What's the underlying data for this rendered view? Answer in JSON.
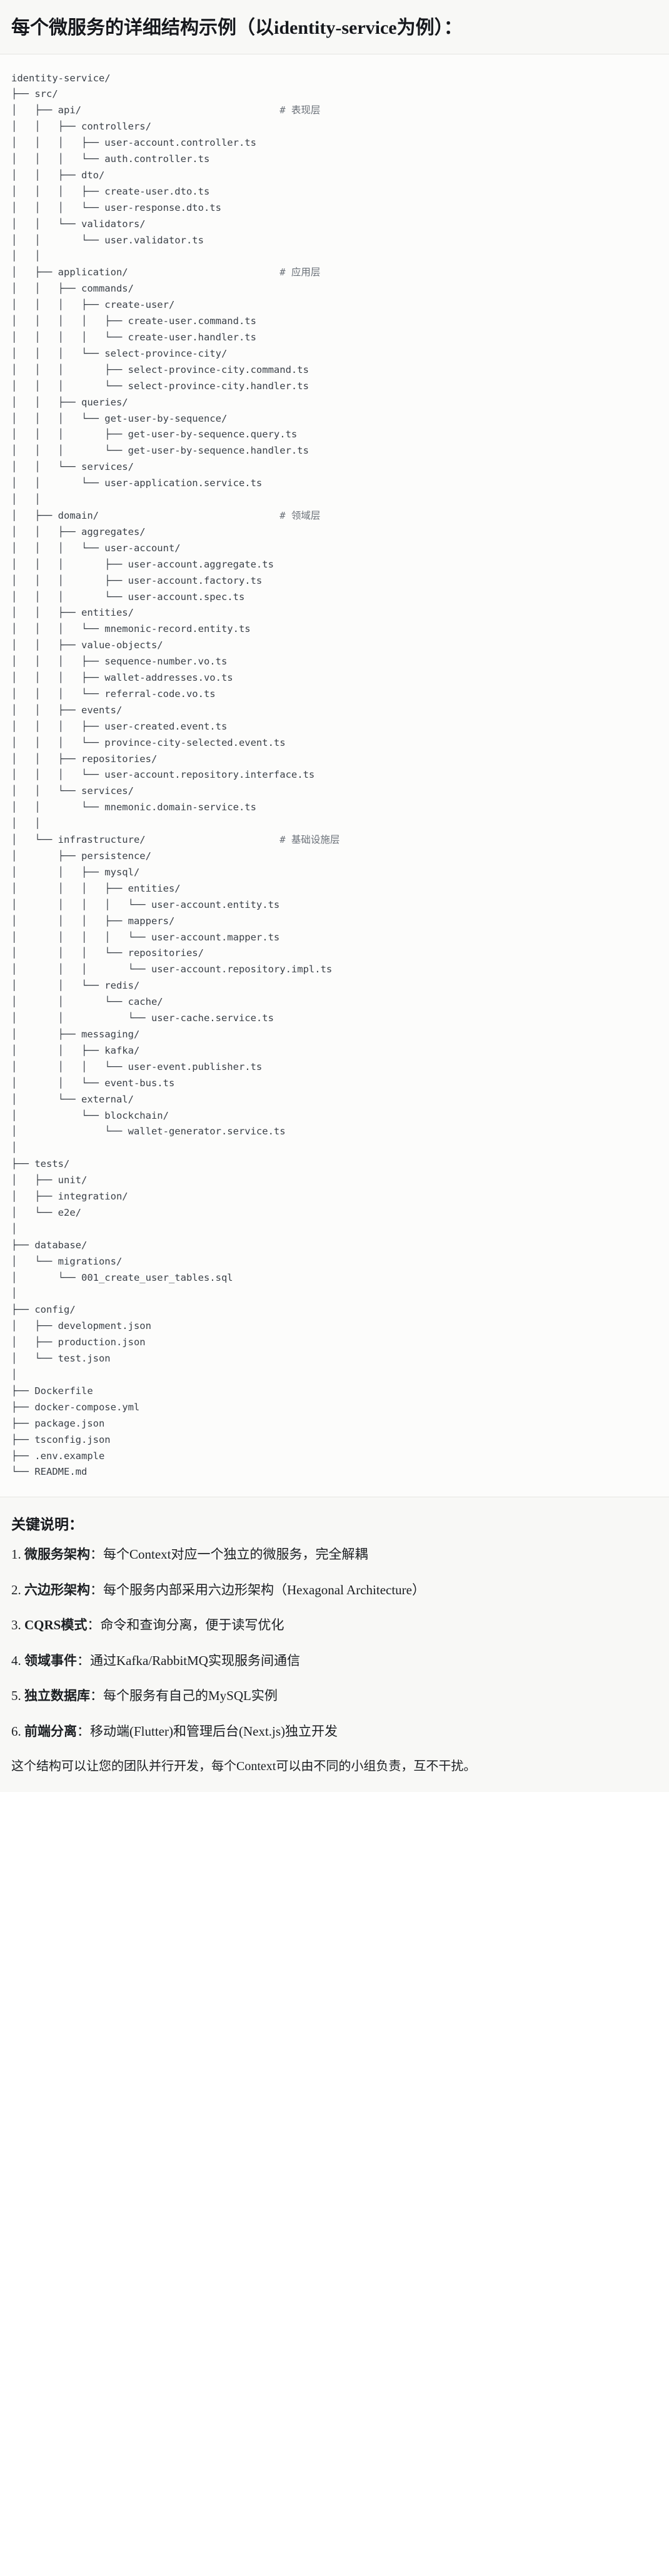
{
  "header": {
    "title": "每个微服务的详细结构示例（以identity-service为例）："
  },
  "tree": {
    "root_label": "identity-service/",
    "lines": [
      {
        "text": "identity-service/",
        "comment": ""
      },
      {
        "text": "├── src/",
        "comment": ""
      },
      {
        "text": "│   ├── api/",
        "comment": "# 表现层"
      },
      {
        "text": "│   │   ├── controllers/",
        "comment": ""
      },
      {
        "text": "│   │   │   ├── user-account.controller.ts",
        "comment": ""
      },
      {
        "text": "│   │   │   └── auth.controller.ts",
        "comment": ""
      },
      {
        "text": "│   │   ├── dto/",
        "comment": ""
      },
      {
        "text": "│   │   │   ├── create-user.dto.ts",
        "comment": ""
      },
      {
        "text": "│   │   │   └── user-response.dto.ts",
        "comment": ""
      },
      {
        "text": "│   │   └── validators/",
        "comment": ""
      },
      {
        "text": "│   │       └── user.validator.ts",
        "comment": ""
      },
      {
        "text": "│   │",
        "comment": ""
      },
      {
        "text": "│   ├── application/",
        "comment": "# 应用层"
      },
      {
        "text": "│   │   ├── commands/",
        "comment": ""
      },
      {
        "text": "│   │   │   ├── create-user/",
        "comment": ""
      },
      {
        "text": "│   │   │   │   ├── create-user.command.ts",
        "comment": ""
      },
      {
        "text": "│   │   │   │   └── create-user.handler.ts",
        "comment": ""
      },
      {
        "text": "│   │   │   └── select-province-city/",
        "comment": ""
      },
      {
        "text": "│   │   │       ├── select-province-city.command.ts",
        "comment": ""
      },
      {
        "text": "│   │   │       └── select-province-city.handler.ts",
        "comment": ""
      },
      {
        "text": "│   │   ├── queries/",
        "comment": ""
      },
      {
        "text": "│   │   │   └── get-user-by-sequence/",
        "comment": ""
      },
      {
        "text": "│   │   │       ├── get-user-by-sequence.query.ts",
        "comment": ""
      },
      {
        "text": "│   │   │       └── get-user-by-sequence.handler.ts",
        "comment": ""
      },
      {
        "text": "│   │   └── services/",
        "comment": ""
      },
      {
        "text": "│   │       └── user-application.service.ts",
        "comment": ""
      },
      {
        "text": "│   │",
        "comment": ""
      },
      {
        "text": "│   ├── domain/",
        "comment": "# 领域层"
      },
      {
        "text": "│   │   ├── aggregates/",
        "comment": ""
      },
      {
        "text": "│   │   │   └── user-account/",
        "comment": ""
      },
      {
        "text": "│   │   │       ├── user-account.aggregate.ts",
        "comment": ""
      },
      {
        "text": "│   │   │       ├── user-account.factory.ts",
        "comment": ""
      },
      {
        "text": "│   │   │       └── user-account.spec.ts",
        "comment": ""
      },
      {
        "text": "│   │   ├── entities/",
        "comment": ""
      },
      {
        "text": "│   │   │   └── mnemonic-record.entity.ts",
        "comment": ""
      },
      {
        "text": "│   │   ├── value-objects/",
        "comment": ""
      },
      {
        "text": "│   │   │   ├── sequence-number.vo.ts",
        "comment": ""
      },
      {
        "text": "│   │   │   ├── wallet-addresses.vo.ts",
        "comment": ""
      },
      {
        "text": "│   │   │   └── referral-code.vo.ts",
        "comment": ""
      },
      {
        "text": "│   │   ├── events/",
        "comment": ""
      },
      {
        "text": "│   │   │   ├── user-created.event.ts",
        "comment": ""
      },
      {
        "text": "│   │   │   └── province-city-selected.event.ts",
        "comment": ""
      },
      {
        "text": "│   │   ├── repositories/",
        "comment": ""
      },
      {
        "text": "│   │   │   └── user-account.repository.interface.ts",
        "comment": ""
      },
      {
        "text": "│   │   └── services/",
        "comment": ""
      },
      {
        "text": "│   │       └── mnemonic.domain-service.ts",
        "comment": ""
      },
      {
        "text": "│   │",
        "comment": ""
      },
      {
        "text": "│   └── infrastructure/",
        "comment": "# 基础设施层"
      },
      {
        "text": "│       ├── persistence/",
        "comment": ""
      },
      {
        "text": "│       │   ├── mysql/",
        "comment": ""
      },
      {
        "text": "│       │   │   ├── entities/",
        "comment": ""
      },
      {
        "text": "│       │   │   │   └── user-account.entity.ts",
        "comment": ""
      },
      {
        "text": "│       │   │   ├── mappers/",
        "comment": ""
      },
      {
        "text": "│       │   │   │   └── user-account.mapper.ts",
        "comment": ""
      },
      {
        "text": "│       │   │   └── repositories/",
        "comment": ""
      },
      {
        "text": "│       │   │       └── user-account.repository.impl.ts",
        "comment": ""
      },
      {
        "text": "│       │   └── redis/",
        "comment": ""
      },
      {
        "text": "│       │       └── cache/",
        "comment": ""
      },
      {
        "text": "│       │           └── user-cache.service.ts",
        "comment": ""
      },
      {
        "text": "│       ├── messaging/",
        "comment": ""
      },
      {
        "text": "│       │   ├── kafka/",
        "comment": ""
      },
      {
        "text": "│       │   │   └── user-event.publisher.ts",
        "comment": ""
      },
      {
        "text": "│       │   └── event-bus.ts",
        "comment": ""
      },
      {
        "text": "│       └── external/",
        "comment": ""
      },
      {
        "text": "│           └── blockchain/",
        "comment": ""
      },
      {
        "text": "│               └── wallet-generator.service.ts",
        "comment": ""
      },
      {
        "text": "│",
        "comment": ""
      },
      {
        "text": "├── tests/",
        "comment": ""
      },
      {
        "text": "│   ├── unit/",
        "comment": ""
      },
      {
        "text": "│   ├── integration/",
        "comment": ""
      },
      {
        "text": "│   └── e2e/",
        "comment": ""
      },
      {
        "text": "│",
        "comment": ""
      },
      {
        "text": "├── database/",
        "comment": ""
      },
      {
        "text": "│   └── migrations/",
        "comment": ""
      },
      {
        "text": "│       └── 001_create_user_tables.sql",
        "comment": ""
      },
      {
        "text": "│",
        "comment": ""
      },
      {
        "text": "├── config/",
        "comment": ""
      },
      {
        "text": "│   ├── development.json",
        "comment": ""
      },
      {
        "text": "│   ├── production.json",
        "comment": ""
      },
      {
        "text": "│   └── test.json",
        "comment": ""
      },
      {
        "text": "│",
        "comment": ""
      },
      {
        "text": "├── Dockerfile",
        "comment": ""
      },
      {
        "text": "├── docker-compose.yml",
        "comment": ""
      },
      {
        "text": "├── package.json",
        "comment": ""
      },
      {
        "text": "├── tsconfig.json",
        "comment": ""
      },
      {
        "text": "├── .env.example",
        "comment": ""
      },
      {
        "text": "└── README.md",
        "comment": ""
      }
    ],
    "comment_column": 46
  },
  "notes": {
    "title": "关键说明：",
    "items": [
      {
        "num": "1.",
        "lead": "微服务架构",
        "body": "：每个Context对应一个独立的微服务，完全解耦"
      },
      {
        "num": "2.",
        "lead": "六边形架构",
        "body": "：每个服务内部采用六边形架构（Hexagonal Architecture）"
      },
      {
        "num": "3.",
        "lead": "CQRS模式",
        "body": "：命令和查询分离，便于读写优化"
      },
      {
        "num": "4.",
        "lead": "领域事件",
        "body": "：通过Kafka/RabbitMQ实现服务间通信"
      },
      {
        "num": "5.",
        "lead": "独立数据库",
        "body": "：每个服务有自己的MySQL实例"
      },
      {
        "num": "6.",
        "lead": "前端分离",
        "body": "：移动端(Flutter)和管理后台(Next.js)独立开发"
      }
    ],
    "closing": "这个结构可以让您的团队并行开发，每个Context可以由不同的小组负责，互不干扰。"
  },
  "colors": {
    "page_bg": "#ffffff",
    "band_bg": "#f8f8f6",
    "code_bg": "#fcfcfb",
    "text": "#1f2328",
    "code_text": "#393f47",
    "comment_text": "#6a7078",
    "divider": "#e6e6e2"
  }
}
